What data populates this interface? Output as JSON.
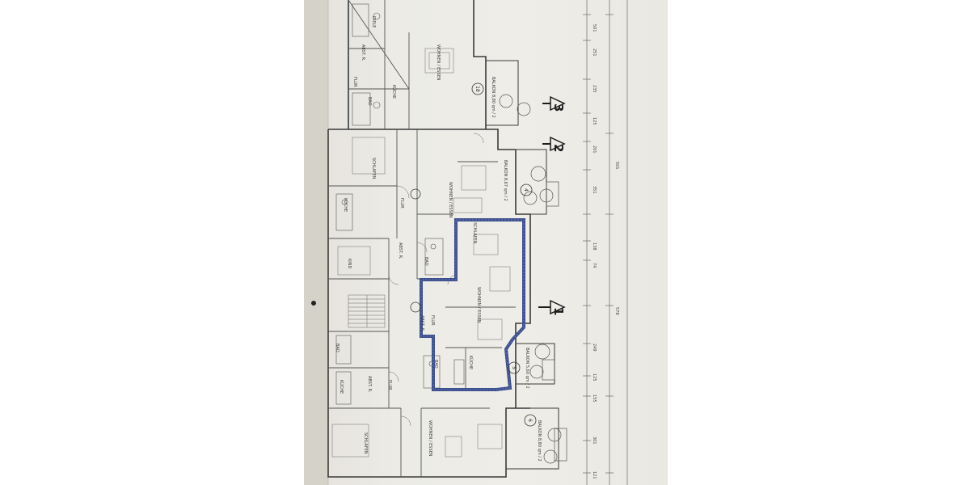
{
  "colors": {
    "paper": "#eceae5",
    "ink": "#3a3a3a",
    "highlight": "#3d4f8c"
  },
  "section_markers": [
    "3",
    "2",
    "1"
  ],
  "room_labels": {
    "diele": "DIELE",
    "abst_r": "ABST. R.",
    "flur": "FLUR",
    "bad": "BAD",
    "kueche": "KÜCHE",
    "wohnen_essen": "WOHNEN / ESSEN",
    "schlafen": "SCHLAFEN",
    "kind": "KIND",
    "balkon": "BALKON"
  },
  "balkon_labels": [
    "BALKON 8,80 qm / 2",
    "BALKON 8,67 qm / 2",
    "BALKON 5,60 qm / 2",
    "BALKON 8,80 qm / 2"
  ],
  "unit_numbers": [
    "18",
    "4",
    "5",
    "6"
  ],
  "dimensions": [
    "501",
    "251",
    "235",
    "125",
    "201",
    "351",
    "501",
    "138",
    "74",
    "578",
    "249",
    "125",
    "155",
    "301",
    "121"
  ]
}
